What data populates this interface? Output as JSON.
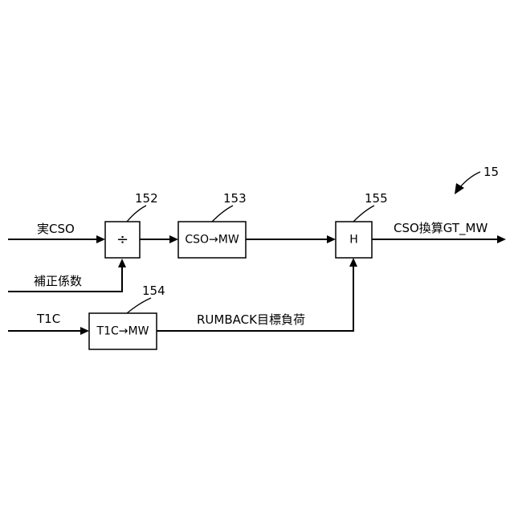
{
  "figure_ref": "15",
  "inputs": {
    "actual_cso": "実CSO",
    "correction_coefficient": "補正係数",
    "t1c": "T1C"
  },
  "blocks": {
    "divider": {
      "ref": "152",
      "symbol": "÷"
    },
    "cso_to_mw": {
      "ref": "153",
      "label": "CSO→MW"
    },
    "t1c_to_mw": {
      "ref": "154",
      "label": "T1C→MW"
    },
    "high_select": {
      "ref": "155",
      "label": "H"
    }
  },
  "signals": {
    "runback_target_load": "RUMBACK目標負荷",
    "output": "CSO換算GT_MW"
  }
}
